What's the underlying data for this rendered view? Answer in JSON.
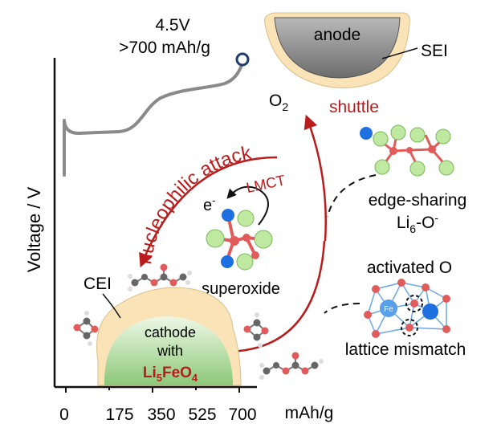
{
  "plot": {
    "ylabel": "Voltage / V",
    "xunit": "mAh/g",
    "xticks": [
      "0",
      "175",
      "350",
      "525",
      "700"
    ],
    "voltage_note": "4.5V",
    "capacity_note": ">700 mAh/g",
    "curve_color": "#8a8a8a",
    "marker_color": "#1f3b70"
  },
  "labels": {
    "anode": "anode",
    "sei": "SEI",
    "o2": "O",
    "o2_sub": "2",
    "shuttle": "shuttle",
    "nucleophilic_attack": "nucleophilic attack",
    "lmct": "LMCT",
    "electron": "e",
    "electron_sup": "-",
    "superoxide": "superoxide",
    "edge_sharing_line1": "edge-sharing",
    "edge_sharing_li": "Li",
    "edge_sharing_li_sub": "6",
    "edge_sharing_o": "-O",
    "edge_sharing_o_sup": "-",
    "activated_o": "activated O",
    "lattice_mismatch": "lattice mismatch",
    "cei": "CEI",
    "cathode_line1": "cathode",
    "cathode_line2": "with",
    "cathode_formula_li": "Li",
    "cathode_formula_li_sub": "5",
    "cathode_formula_fe": "FeO",
    "cathode_formula_fe_sub": "4",
    "fe": "Fe"
  },
  "colors": {
    "accent_red": "#b81c1c",
    "interphase": "#fbe3b8",
    "atom_green": "#bfe8a0",
    "atom_red": "#e25b5b",
    "atom_blue": "#1e6fe0",
    "cathode_green": "#8cc878"
  }
}
